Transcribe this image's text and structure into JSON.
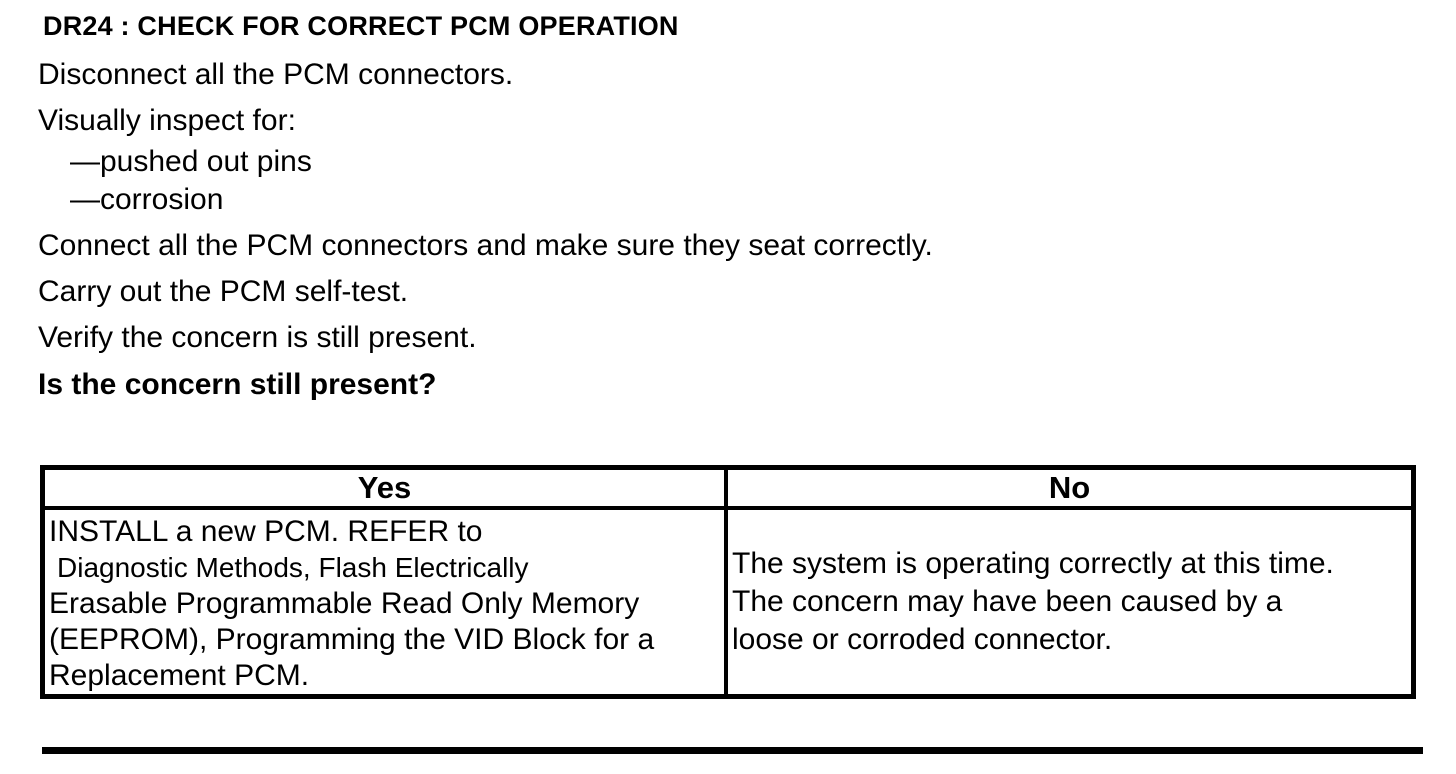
{
  "document": {
    "heading": "DR24 : CHECK FOR CORRECT PCM OPERATION",
    "steps": {
      "disconnect": "Disconnect all the PCM connectors.",
      "inspect_intro": "Visually inspect for:",
      "inspect_items": [
        "—pushed out pins",
        "—corrosion"
      ],
      "connect": "Connect all the PCM connectors and make sure they seat correctly.",
      "self_test": "Carry out the PCM self-test.",
      "verify": "Verify the concern is still present.",
      "question": "Is the concern still present?"
    },
    "decision_table": {
      "columns": [
        "Yes",
        "No"
      ],
      "yes_action_lines": [
        "INSTALL a new PCM. REFER to",
        "Diagnostic Methods, Flash Electrically",
        "Erasable Programmable Read Only Memory",
        "(EEPROM), Programming the VID Block for a",
        "Replacement PCM."
      ],
      "no_action_lines": [
        "The system is operating correctly at this time.",
        "The concern may have been caused by a",
        "loose or corroded connector."
      ]
    },
    "colors": {
      "text": "#000000",
      "background": "#ffffff",
      "table_border": "#000000"
    }
  }
}
